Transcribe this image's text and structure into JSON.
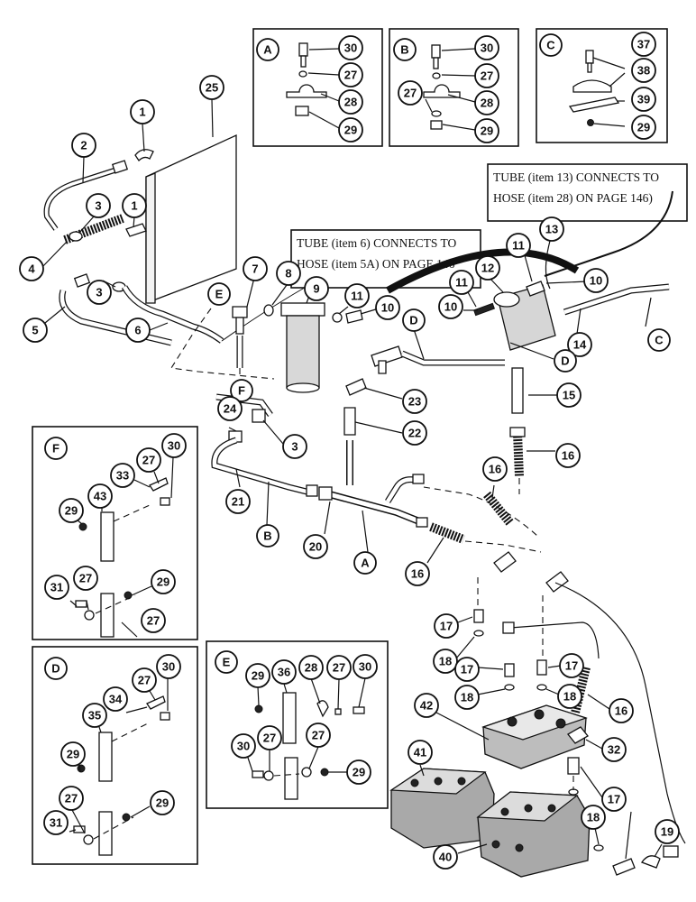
{
  "notes": {
    "tube13": [
      "TUBE (item 13) CONNECTS TO",
      "HOSE (item 28) ON PAGE 146)"
    ],
    "tube6": [
      "TUBE (item  6) CONNECTS TO",
      "HOSE (item 5A) ON PAGE 146"
    ]
  },
  "callouts": {
    "inset_a": [
      "A",
      "30",
      "27",
      "28",
      "29"
    ],
    "inset_b": [
      "B",
      "30",
      "27",
      "27",
      "28",
      "29"
    ],
    "inset_c": [
      "C",
      "37",
      "38",
      "39",
      "29"
    ],
    "inset_f": [
      "F",
      "27",
      "30",
      "33",
      "43",
      "29",
      "31",
      "27",
      "29",
      "27"
    ],
    "inset_d": [
      "D",
      "27",
      "30",
      "34",
      "35",
      "29",
      "27",
      "31",
      "29"
    ],
    "inset_e": [
      "E",
      "29",
      "36",
      "28",
      "27",
      "30",
      "30",
      "27",
      "27",
      "29"
    ],
    "main": [
      "25",
      "1",
      "2",
      "3",
      "1",
      "4",
      "3",
      "5",
      "6",
      "E",
      "7",
      "8",
      "9",
      "F",
      "11",
      "10",
      "D",
      "11",
      "12",
      "11",
      "10",
      "10",
      "13",
      "14",
      "C",
      "D",
      "23",
      "15",
      "22",
      "24",
      "3",
      "16",
      "21",
      "B",
      "16",
      "20",
      "A",
      "16",
      "17",
      "18",
      "17",
      "17",
      "18",
      "18",
      "42",
      "16",
      "41",
      "32",
      "17",
      "18",
      "40",
      "19"
    ]
  }
}
